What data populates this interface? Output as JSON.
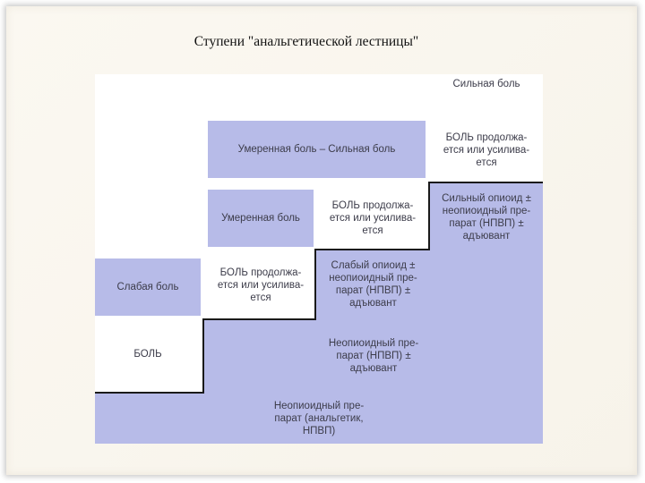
{
  "slide": {
    "title": "Ступени \"анальгетической лестницы\""
  },
  "ladder": {
    "level1": {
      "pain": "Слабая боль",
      "pain_continues": "БОЛЬ",
      "treatment": "Неопиоидный пре-\nпарат (анальгетик,\nНПВП)"
    },
    "level2": {
      "pain": "Умеренная боль",
      "pain_continues": "БОЛЬ продолжа-\nется или усилива-\nется",
      "treatment": "Неопиоидный пре-\nпарат (НПВП) ±\nадъювант"
    },
    "level3": {
      "pain": "Умеренная боль – Сильная боль",
      "pain_continues": "БОЛЬ продолжа-\nется или усилива-\nется",
      "treatment": "Слабый опиоид ±\nнеопиоидный пре-\nпарат (НПВП) ±\nадъювант"
    },
    "level4": {
      "pain": "Сильная боль",
      "pain_continues": "БОЛЬ продолжа-\nется или усилива-\nется",
      "treatment": "Сильный опиоид ±\nнеопиоидный пре-\nпарат (НПВП) ±\nадъювант"
    }
  },
  "colors": {
    "box_fill": "#b7bbe8",
    "step_line": "#1a1a1a",
    "text": "#3c3c4a"
  }
}
